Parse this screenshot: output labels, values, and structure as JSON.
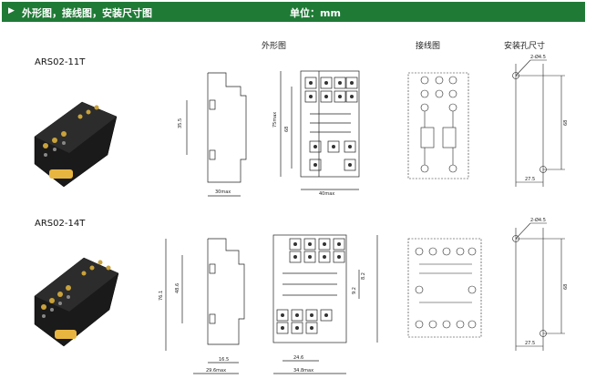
{
  "header": {
    "title": "外形图，接线图，安装尺寸图",
    "unit": "单位：mm"
  },
  "column_labels": {
    "outline": "外形图",
    "wiring": "接线图",
    "mounting": "安装孔尺寸"
  },
  "models": [
    {
      "name": "ARS02-11T",
      "dims": {
        "side_height": "35.5",
        "side_width": "30max",
        "front_height_max": "75max",
        "front_height": "68",
        "front_width": "40max",
        "hole": "2-Ø4.5",
        "hole_pitch": "68",
        "hole_offset": "27.5"
      }
    },
    {
      "name": "ARS02-14T",
      "dims": {
        "side_height_total": "76.1",
        "side_height": "48.6",
        "side_width_inner": "16.5",
        "side_width": "29.6max",
        "front_pitch_a": "8.2",
        "front_pitch_b": "9.2",
        "front_width_inner": "24.6",
        "front_width": "34.8max",
        "hole": "2-Ø4.5",
        "hole_pitch": "68",
        "hole_offset": "27.5"
      }
    }
  ]
}
